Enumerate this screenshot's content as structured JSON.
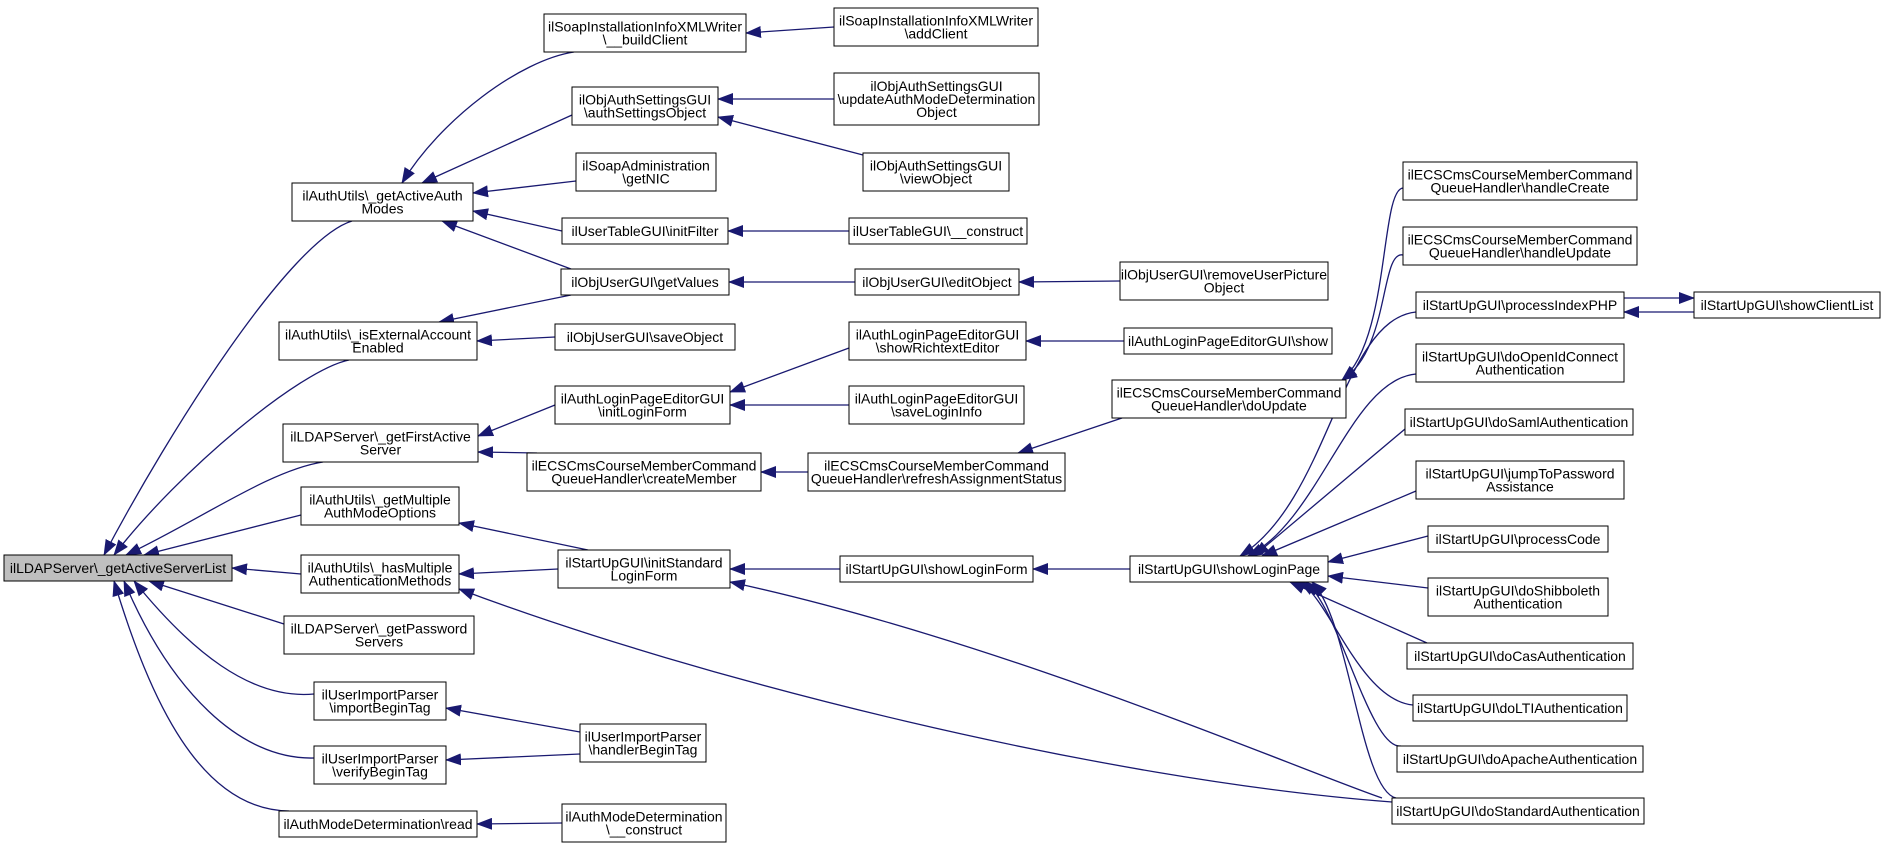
{
  "diagram": {
    "type": "caller-graph",
    "colors": {
      "edge": "#191970",
      "node_border": "#000000",
      "node_fill": "#ffffff",
      "root_fill": "#bfbfbf",
      "text": "#000000"
    },
    "nodes": [
      {
        "id": "n_root",
        "lines": [
          "ilLDAPServer\\_getActiveServerList"
        ],
        "root": true
      },
      {
        "id": "n_getActiveAuthModes",
        "lines": [
          "ilAuthUtils\\_getActiveAuth",
          "Modes"
        ]
      },
      {
        "id": "n_isExternalAccountEnabled",
        "lines": [
          "ilAuthUtils\\_isExternalAccount",
          "Enabled"
        ]
      },
      {
        "id": "n_getFirstActiveServer",
        "lines": [
          "ilLDAPServer\\_getFirstActive",
          "Server"
        ]
      },
      {
        "id": "n_getMultipleAuthModeOptions",
        "lines": [
          "ilAuthUtils\\_getMultiple",
          "AuthModeOptions"
        ]
      },
      {
        "id": "n_hasMultipleAuthMethods",
        "lines": [
          "ilAuthUtils\\_hasMultiple",
          "AuthenticationMethods"
        ]
      },
      {
        "id": "n_getPasswordServers",
        "lines": [
          "ilLDAPServer\\_getPassword",
          "Servers"
        ]
      },
      {
        "id": "n_importBeginTag",
        "lines": [
          "ilUserImportParser",
          "\\importBeginTag"
        ]
      },
      {
        "id": "n_verifyBeginTag",
        "lines": [
          "ilUserImportParser",
          "\\verifyBeginTag"
        ]
      },
      {
        "id": "n_authModeRead",
        "lines": [
          "ilAuthModeDetermination\\read"
        ]
      },
      {
        "id": "n_soapBuildClient",
        "lines": [
          "ilSoapInstallationInfoXMLWriter",
          "\\__buildClient"
        ]
      },
      {
        "id": "n_authSettingsObject",
        "lines": [
          "ilObjAuthSettingsGUI",
          "\\authSettingsObject"
        ]
      },
      {
        "id": "n_soapGetNIC",
        "lines": [
          "ilSoapAdministration",
          "\\getNIC"
        ]
      },
      {
        "id": "n_userTableInitFilter",
        "lines": [
          "ilUserTableGUI\\initFilter"
        ]
      },
      {
        "id": "n_objUserGetValues",
        "lines": [
          "ilObjUserGUI\\getValues"
        ]
      },
      {
        "id": "n_objUserSaveObject",
        "lines": [
          "ilObjUserGUI\\saveObject"
        ]
      },
      {
        "id": "n_loginPageInitLoginForm",
        "lines": [
          "ilAuthLoginPageEditorGUI",
          "\\initLoginForm"
        ]
      },
      {
        "id": "n_ecsCreateMember",
        "lines": [
          "ilECSCmsCourseMemberCommand",
          "QueueHandler\\createMember"
        ]
      },
      {
        "id": "n_startUpInitStandardLoginForm",
        "lines": [
          "ilStartUpGUI\\initStandard",
          "LoginForm"
        ]
      },
      {
        "id": "n_userImportHandlerBeginTag",
        "lines": [
          "ilUserImportParser",
          "\\handlerBeginTag"
        ]
      },
      {
        "id": "n_authModeConstruct",
        "lines": [
          "ilAuthModeDetermination",
          "\\__construct"
        ]
      },
      {
        "id": "n_soapAddClient",
        "lines": [
          "ilSoapInstallationInfoXMLWriter",
          "\\addClient"
        ]
      },
      {
        "id": "n_updateAuthModeDetermination",
        "lines": [
          "ilObjAuthSettingsGUI",
          "\\updateAuthModeDetermination",
          "Object"
        ]
      },
      {
        "id": "n_authSettingsViewObject",
        "lines": [
          "ilObjAuthSettingsGUI",
          "\\viewObject"
        ]
      },
      {
        "id": "n_userTableConstruct",
        "lines": [
          "ilUserTableGUI\\__construct"
        ]
      },
      {
        "id": "n_objUserEditObject",
        "lines": [
          "ilObjUserGUI\\editObject"
        ]
      },
      {
        "id": "n_showRichtextEditor",
        "lines": [
          "ilAuthLoginPageEditorGUI",
          "\\showRichtextEditor"
        ]
      },
      {
        "id": "n_saveLoginInfo",
        "lines": [
          "ilAuthLoginPageEditorGUI",
          "\\saveLoginInfo"
        ]
      },
      {
        "id": "n_ecsRefreshAssignmentStatus",
        "lines": [
          "ilECSCmsCourseMemberCommand",
          "QueueHandler\\refreshAssignmentStatus"
        ]
      },
      {
        "id": "n_showLoginForm",
        "lines": [
          "ilStartUpGUI\\showLoginForm"
        ]
      },
      {
        "id": "n_removeUserPictureObject",
        "lines": [
          "ilObjUserGUI\\removeUserPicture",
          "Object"
        ]
      },
      {
        "id": "n_loginPageShow",
        "lines": [
          "ilAuthLoginPageEditorGUI\\show"
        ]
      },
      {
        "id": "n_ecsDoUpdate",
        "lines": [
          "ilECSCmsCourseMemberCommand",
          "QueueHandler\\doUpdate"
        ]
      },
      {
        "id": "n_showLoginPage",
        "lines": [
          "ilStartUpGUI\\showLoginPage"
        ]
      },
      {
        "id": "n_ecsHandleCreate",
        "lines": [
          "ilECSCmsCourseMemberCommand",
          "QueueHandler\\handleCreate"
        ]
      },
      {
        "id": "n_ecsHandleUpdate",
        "lines": [
          "ilECSCmsCourseMemberCommand",
          "QueueHandler\\handleUpdate"
        ]
      },
      {
        "id": "n_processIndexPHP",
        "lines": [
          "ilStartUpGUI\\processIndexPHP"
        ]
      },
      {
        "id": "n_doOpenIdConnect",
        "lines": [
          "ilStartUpGUI\\doOpenIdConnect",
          "Authentication"
        ]
      },
      {
        "id": "n_doSaml",
        "lines": [
          "ilStartUpGUI\\doSamlAuthentication"
        ]
      },
      {
        "id": "n_jumpToPasswordAssistance",
        "lines": [
          "ilStartUpGUI\\jumpToPassword",
          "Assistance"
        ]
      },
      {
        "id": "n_processCode",
        "lines": [
          "ilStartUpGUI\\processCode"
        ]
      },
      {
        "id": "n_doShibboleth",
        "lines": [
          "ilStartUpGUI\\doShibboleth",
          "Authentication"
        ]
      },
      {
        "id": "n_doCas",
        "lines": [
          "ilStartUpGUI\\doCasAuthentication"
        ]
      },
      {
        "id": "n_doLTI",
        "lines": [
          "ilStartUpGUI\\doLTIAuthentication"
        ]
      },
      {
        "id": "n_doApache",
        "lines": [
          "ilStartUpGUI\\doApacheAuthentication"
        ]
      },
      {
        "id": "n_doStandard",
        "lines": [
          "ilStartUpGUI\\doStandardAuthentication"
        ]
      },
      {
        "id": "n_showClientList",
        "lines": [
          "ilStartUpGUI\\showClientList"
        ]
      }
    ],
    "edges": [
      {
        "from": "n_getActiveAuthModes",
        "to": "n_root"
      },
      {
        "from": "n_isExternalAccountEnabled",
        "to": "n_root"
      },
      {
        "from": "n_getFirstActiveServer",
        "to": "n_root"
      },
      {
        "from": "n_getMultipleAuthModeOptions",
        "to": "n_root"
      },
      {
        "from": "n_hasMultipleAuthMethods",
        "to": "n_root"
      },
      {
        "from": "n_getPasswordServers",
        "to": "n_root"
      },
      {
        "from": "n_importBeginTag",
        "to": "n_root"
      },
      {
        "from": "n_verifyBeginTag",
        "to": "n_root"
      },
      {
        "from": "n_authModeRead",
        "to": "n_root"
      },
      {
        "from": "n_soapBuildClient",
        "to": "n_getActiveAuthModes"
      },
      {
        "from": "n_authSettingsObject",
        "to": "n_getActiveAuthModes"
      },
      {
        "from": "n_soapGetNIC",
        "to": "n_getActiveAuthModes"
      },
      {
        "from": "n_userTableInitFilter",
        "to": "n_getActiveAuthModes"
      },
      {
        "from": "n_objUserGetValues",
        "to": "n_getActiveAuthModes"
      },
      {
        "from": "n_objUserGetValues",
        "to": "n_isExternalAccountEnabled"
      },
      {
        "from": "n_objUserSaveObject",
        "to": "n_isExternalAccountEnabled"
      },
      {
        "from": "n_loginPageInitLoginForm",
        "to": "n_getFirstActiveServer"
      },
      {
        "from": "n_ecsCreateMember",
        "to": "n_getFirstActiveServer"
      },
      {
        "from": "n_startUpInitStandardLoginForm",
        "to": "n_getMultipleAuthModeOptions"
      },
      {
        "from": "n_startUpInitStandardLoginForm",
        "to": "n_hasMultipleAuthMethods"
      },
      {
        "from": "n_doStandard",
        "to": "n_hasMultipleAuthMethods"
      },
      {
        "from": "n_userImportHandlerBeginTag",
        "to": "n_importBeginTag"
      },
      {
        "from": "n_userImportHandlerBeginTag",
        "to": "n_verifyBeginTag"
      },
      {
        "from": "n_authModeConstruct",
        "to": "n_authModeRead"
      },
      {
        "from": "n_soapAddClient",
        "to": "n_soapBuildClient"
      },
      {
        "from": "n_updateAuthModeDetermination",
        "to": "n_authSettingsObject"
      },
      {
        "from": "n_authSettingsViewObject",
        "to": "n_authSettingsObject"
      },
      {
        "from": "n_userTableConstruct",
        "to": "n_userTableInitFilter"
      },
      {
        "from": "n_objUserEditObject",
        "to": "n_objUserGetValues"
      },
      {
        "from": "n_showRichtextEditor",
        "to": "n_loginPageInitLoginForm"
      },
      {
        "from": "n_saveLoginInfo",
        "to": "n_loginPageInitLoginForm"
      },
      {
        "from": "n_ecsRefreshAssignmentStatus",
        "to": "n_ecsCreateMember"
      },
      {
        "from": "n_showLoginForm",
        "to": "n_startUpInitStandardLoginForm"
      },
      {
        "from": "n_doStandard",
        "to": "n_startUpInitStandardLoginForm"
      },
      {
        "from": "n_removeUserPictureObject",
        "to": "n_objUserEditObject"
      },
      {
        "from": "n_loginPageShow",
        "to": "n_showRichtextEditor"
      },
      {
        "from": "n_ecsDoUpdate",
        "to": "n_ecsRefreshAssignmentStatus"
      },
      {
        "from": "n_showLoginPage",
        "to": "n_showLoginForm"
      },
      {
        "from": "n_ecsHandleCreate",
        "to": "n_ecsDoUpdate"
      },
      {
        "from": "n_ecsHandleUpdate",
        "to": "n_ecsDoUpdate"
      },
      {
        "from": "n_processIndexPHP",
        "to": "n_showLoginPage"
      },
      {
        "from": "n_doOpenIdConnect",
        "to": "n_showLoginPage"
      },
      {
        "from": "n_doSaml",
        "to": "n_showLoginPage"
      },
      {
        "from": "n_jumpToPasswordAssistance",
        "to": "n_showLoginPage"
      },
      {
        "from": "n_processCode",
        "to": "n_showLoginPage"
      },
      {
        "from": "n_doShibboleth",
        "to": "n_showLoginPage"
      },
      {
        "from": "n_doCas",
        "to": "n_showLoginPage"
      },
      {
        "from": "n_doLTI",
        "to": "n_showLoginPage"
      },
      {
        "from": "n_doApache",
        "to": "n_showLoginPage"
      },
      {
        "from": "n_doStandard",
        "to": "n_showLoginPage"
      },
      {
        "from": "n_showClientList",
        "to": "n_processIndexPHP"
      },
      {
        "from": "n_processIndexPHP",
        "to": "n_showClientList"
      }
    ]
  }
}
